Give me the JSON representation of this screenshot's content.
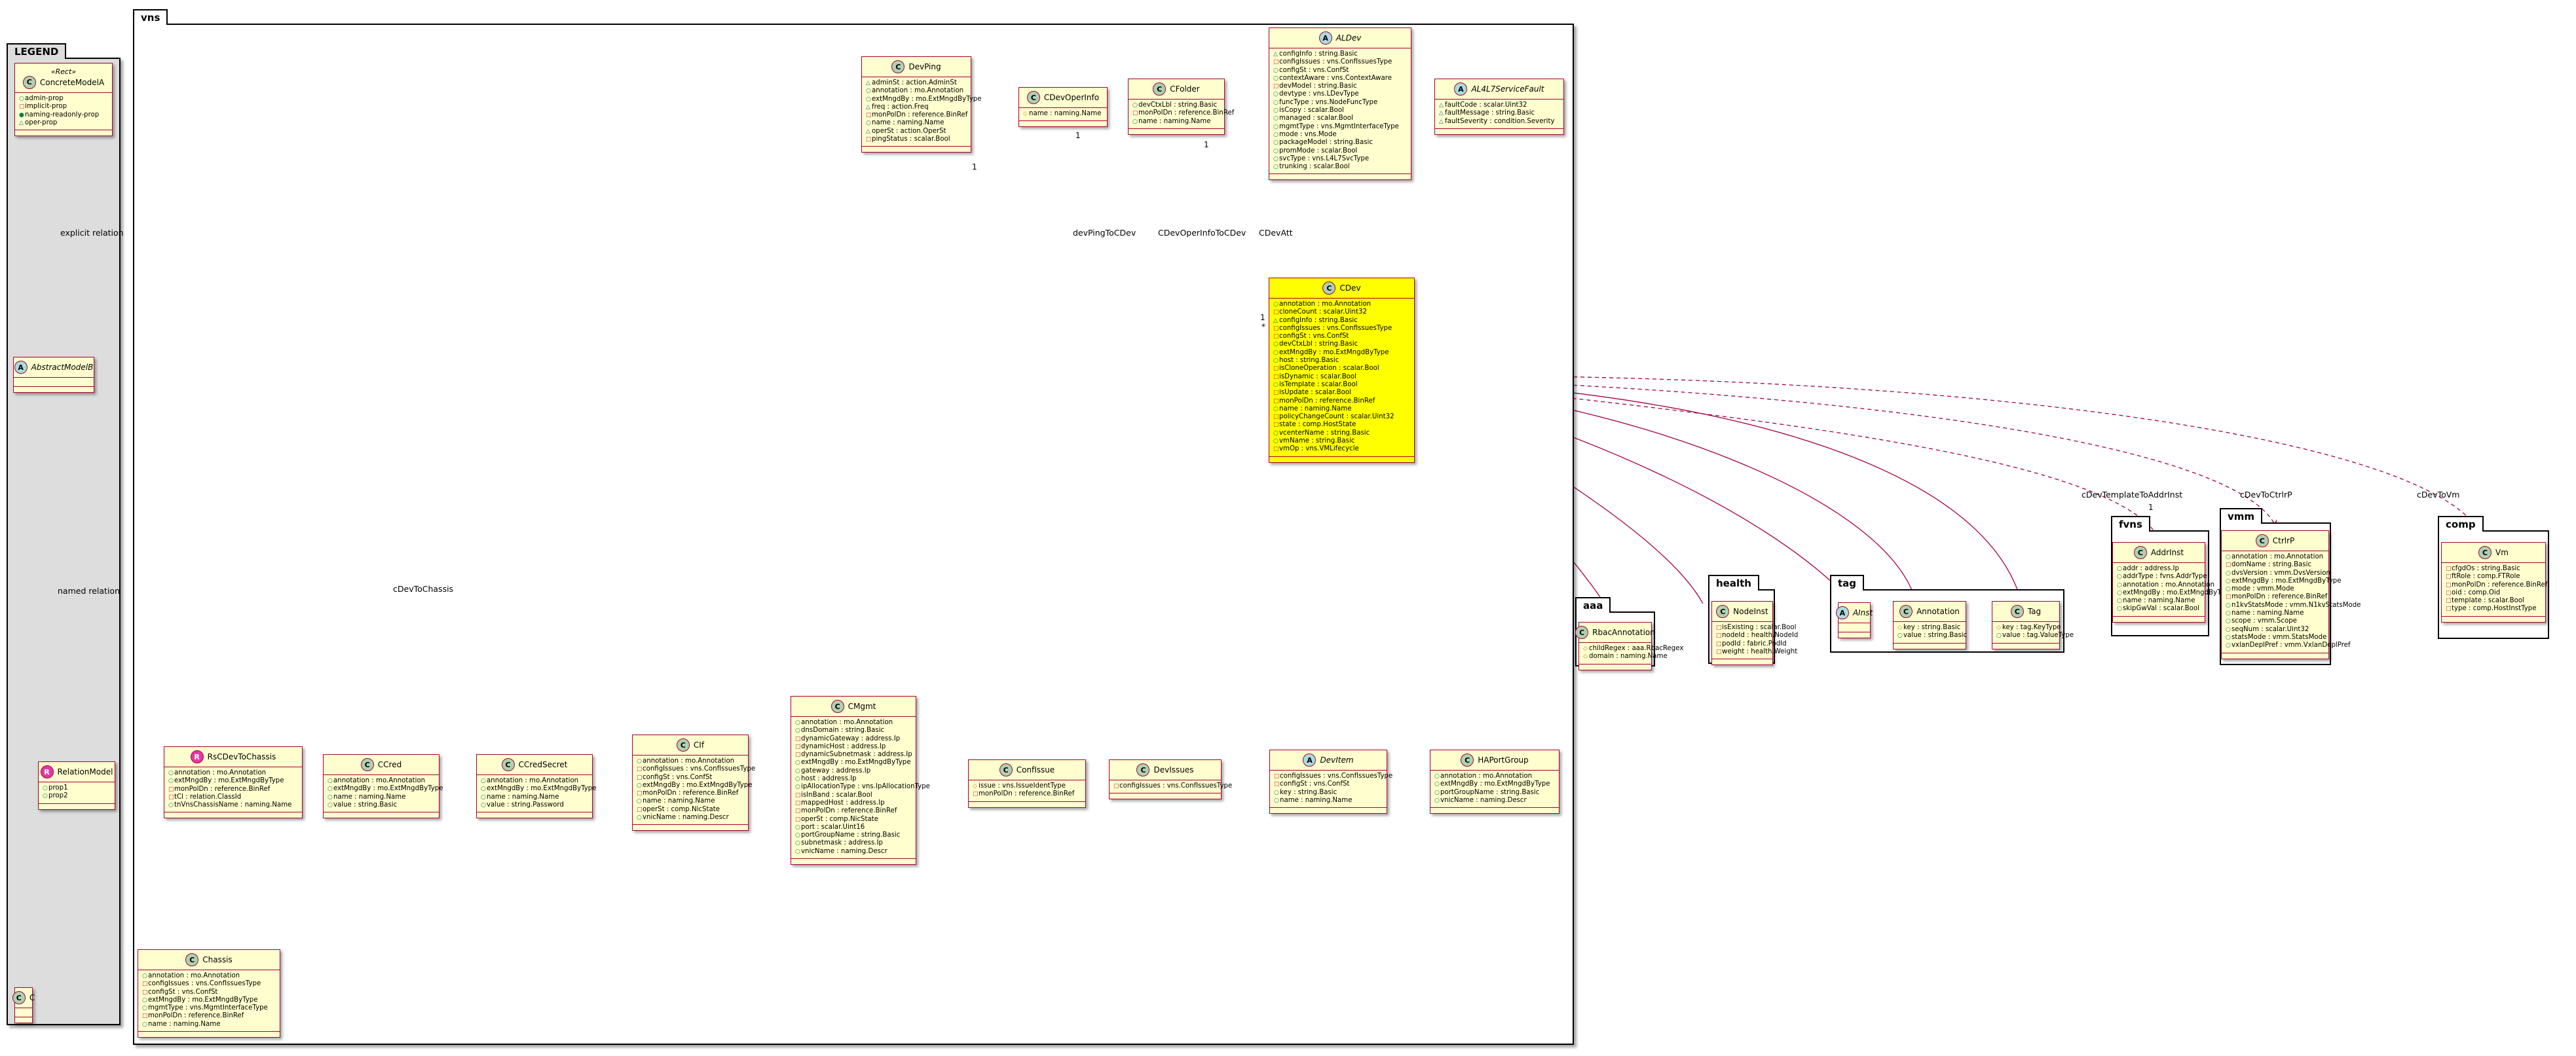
{
  "packages": {
    "legend": "LEGEND",
    "vns": "vns",
    "aaa": "aaa",
    "health": "health",
    "tag": "tag",
    "fvns": "fvns",
    "vmm": "vmm",
    "comp": "comp"
  },
  "classes": {
    "ConcreteModelA": {
      "kind": "C",
      "stereotype": "«Rect»",
      "name": "ConcreteModelA",
      "attrs": [
        [
          "+",
          "admin-prop"
        ],
        [
          "-",
          "implicit-prop"
        ],
        [
          "o",
          "naming-readonly-prop"
        ],
        [
          "△",
          "oper-prop"
        ]
      ]
    },
    "AbstractModelB": {
      "kind": "A",
      "name": "AbstractModelB",
      "attrs": []
    },
    "RelationModel": {
      "kind": "R",
      "name": "RelationModel",
      "attrs": [
        [
          "+",
          "prop1"
        ],
        [
          "+",
          "prop2"
        ]
      ]
    },
    "C": {
      "kind": "C",
      "name": "C",
      "attrs": []
    },
    "DevPing": {
      "kind": "C",
      "name": "DevPing",
      "attrs": [
        [
          "△",
          "adminSt : action.AdminSt"
        ],
        [
          "+",
          "annotation : mo.Annotation"
        ],
        [
          "+",
          "extMngdBy : mo.ExtMngdByType"
        ],
        [
          "△",
          "freq : action.Freq"
        ],
        [
          "-",
          "monPolDn : reference.BinRef"
        ],
        [
          "+",
          "name : naming.Name"
        ],
        [
          "△",
          "operSt : action.OperSt"
        ],
        [
          "-",
          "pingStatus : scalar.Bool"
        ]
      ]
    },
    "CDevOperInfo": {
      "kind": "C",
      "name": "CDevOperInfo",
      "attrs": [
        [
          "#",
          "name : naming.Name"
        ]
      ]
    },
    "CFolder": {
      "kind": "C",
      "name": "CFolder",
      "attrs": [
        [
          "+",
          "devCtxLbl : string.Basic"
        ],
        [
          "-",
          "monPolDn : reference.BinRef"
        ],
        [
          "+",
          "name : naming.Name"
        ]
      ]
    },
    "ALDev": {
      "kind": "A",
      "name": "ALDev",
      "attrs": [
        [
          "△",
          "configInfo : string.Basic"
        ],
        [
          "-",
          "configIssues : vns.ConfIssuesType"
        ],
        [
          "+",
          "configSt : vns.ConfSt"
        ],
        [
          "+",
          "contextAware : vns.ContextAware"
        ],
        [
          "-",
          "devModel : string.Basic"
        ],
        [
          "+",
          "devtype : vns.LDevType"
        ],
        [
          "+",
          "funcType : vns.NodeFuncType"
        ],
        [
          "+",
          "isCopy : scalar.Bool"
        ],
        [
          "+",
          "managed : scalar.Bool"
        ],
        [
          "+",
          "mgmtType : vns.MgmtInterfaceType"
        ],
        [
          "+",
          "mode : vns.Mode"
        ],
        [
          "+",
          "packageModel : string.Basic"
        ],
        [
          "+",
          "promMode : scalar.Bool"
        ],
        [
          "+",
          "svcType : vns.L4L7SvcType"
        ],
        [
          "+",
          "trunking : scalar.Bool"
        ]
      ]
    },
    "AL4L7ServiceFault": {
      "kind": "A",
      "name": "AL4L7ServiceFault",
      "attrs": [
        [
          "△",
          "faultCode : scalar.Uint32"
        ],
        [
          "△",
          "faultMessage : string.Basic"
        ],
        [
          "△",
          "faultSeverity : condition.Severity"
        ]
      ]
    },
    "CDev": {
      "kind": "C",
      "name": "CDev",
      "attrs": [
        [
          "+",
          "annotation : mo.Annotation"
        ],
        [
          "-",
          "cloneCount : scalar.Uint32"
        ],
        [
          "△",
          "configInfo : string.Basic"
        ],
        [
          "-",
          "configIssues : vns.ConfIssuesType"
        ],
        [
          "-",
          "configSt : vns.ConfSt"
        ],
        [
          "+",
          "devCtxLbl : string.Basic"
        ],
        [
          "+",
          "extMngdBy : mo.ExtMngdByType"
        ],
        [
          "+",
          "host : string.Basic"
        ],
        [
          "-",
          "isCloneOperation : scalar.Bool"
        ],
        [
          "-",
          "isDynamic : scalar.Bool"
        ],
        [
          "+",
          "isTemplate : scalar.Bool"
        ],
        [
          "-",
          "isUpdate : scalar.Bool"
        ],
        [
          "-",
          "monPolDn : reference.BinRef"
        ],
        [
          "+",
          "name : naming.Name"
        ],
        [
          "-",
          "policyChangeCount : scalar.Uint32"
        ],
        [
          "-",
          "state : comp.HostState"
        ],
        [
          "+",
          "vcenterName : string.Basic"
        ],
        [
          "+",
          "vmName : string.Basic"
        ],
        [
          "-",
          "vmOp : vns.VMLifecycle"
        ]
      ]
    },
    "RsCDevToChassis": {
      "kind": "R",
      "name": "RsCDevToChassis",
      "attrs": [
        [
          "+",
          "annotation : mo.Annotation"
        ],
        [
          "+",
          "extMngdBy : mo.ExtMngdByType"
        ],
        [
          "-",
          "monPolDn : reference.BinRef"
        ],
        [
          "-",
          "tCl : relation.ClassId"
        ],
        [
          "+",
          "tnVnsChassisName : naming.Name"
        ]
      ]
    },
    "CCred": {
      "kind": "C",
      "name": "CCred",
      "attrs": [
        [
          "+",
          "annotation : mo.Annotation"
        ],
        [
          "+",
          "extMngdBy : mo.ExtMngdByType"
        ],
        [
          "+",
          "name : naming.Name"
        ],
        [
          "+",
          "value : string.Basic"
        ]
      ]
    },
    "CCredSecret": {
      "kind": "C",
      "name": "CCredSecret",
      "attrs": [
        [
          "+",
          "annotation : mo.Annotation"
        ],
        [
          "+",
          "extMngdBy : mo.ExtMngdByType"
        ],
        [
          "+",
          "name : naming.Name"
        ],
        [
          "+",
          "value : string.Password"
        ]
      ]
    },
    "CIf": {
      "kind": "C",
      "name": "CIf",
      "attrs": [
        [
          "+",
          "annotation : mo.Annotation"
        ],
        [
          "-",
          "configIssues : vns.ConfIssuesType"
        ],
        [
          "-",
          "configSt : vns.ConfSt"
        ],
        [
          "+",
          "extMngdBy : mo.ExtMngdByType"
        ],
        [
          "-",
          "monPolDn : reference.BinRef"
        ],
        [
          "+",
          "name : naming.Name"
        ],
        [
          "-",
          "operSt : comp.NicState"
        ],
        [
          "+",
          "vnicName : naming.Descr"
        ]
      ]
    },
    "CMgmt": {
      "kind": "C",
      "name": "CMgmt",
      "attrs": [
        [
          "+",
          "annotation : mo.Annotation"
        ],
        [
          "+",
          "dnsDomain : string.Basic"
        ],
        [
          "-",
          "dynamicGateway : address.Ip"
        ],
        [
          "-",
          "dynamicHost : address.Ip"
        ],
        [
          "-",
          "dynamicSubnetmask : address.Ip"
        ],
        [
          "+",
          "extMngdBy : mo.ExtMngdByType"
        ],
        [
          "+",
          "gateway : address.Ip"
        ],
        [
          "+",
          "host : address.Ip"
        ],
        [
          "+",
          "ipAllocationType : vns.IpAllocationType"
        ],
        [
          "-",
          "isInBand : scalar.Bool"
        ],
        [
          "-",
          "mappedHost : address.Ip"
        ],
        [
          "-",
          "monPolDn : reference.BinRef"
        ],
        [
          "-",
          "operSt : comp.NicState"
        ],
        [
          "+",
          "port : scalar.Uint16"
        ],
        [
          "+",
          "portGroupName : string.Basic"
        ],
        [
          "+",
          "subnetmask : address.Ip"
        ],
        [
          "+",
          "vnicName : naming.Descr"
        ]
      ]
    },
    "ConfIssue": {
      "kind": "C",
      "name": "ConfIssue",
      "attrs": [
        [
          "#",
          "issue : vns.IssueIdentType"
        ],
        [
          "-",
          "monPolDn : reference.BinRef"
        ]
      ]
    },
    "DevIssues": {
      "kind": "C",
      "name": "DevIssues",
      "attrs": [
        [
          "-",
          "configIssues : vns.ConfIssuesType"
        ]
      ]
    },
    "DevItem": {
      "kind": "A",
      "name": "DevItem",
      "attrs": [
        [
          "-",
          "configIssues : vns.ConfIssuesType"
        ],
        [
          "-",
          "configSt : vns.ConfSt"
        ],
        [
          "+",
          "key : string.Basic"
        ],
        [
          "+",
          "name : naming.Name"
        ]
      ]
    },
    "HAPortGroup": {
      "kind": "C",
      "name": "HAPortGroup",
      "attrs": [
        [
          "+",
          "annotation : mo.Annotation"
        ],
        [
          "+",
          "extMngdBy : mo.ExtMngdByType"
        ],
        [
          "+",
          "portGroupName : string.Basic"
        ],
        [
          "+",
          "vnicName : naming.Descr"
        ]
      ]
    },
    "Chassis": {
      "kind": "C",
      "name": "Chassis",
      "attrs": [
        [
          "+",
          "annotation : mo.Annotation"
        ],
        [
          "-",
          "configIssues : vns.ConfIssuesType"
        ],
        [
          "-",
          "configSt : vns.ConfSt"
        ],
        [
          "+",
          "extMngdBy : mo.ExtMngdByType"
        ],
        [
          "+",
          "mgmtType : vns.MgmtInterfaceType"
        ],
        [
          "-",
          "monPolDn : reference.BinRef"
        ],
        [
          "+",
          "name : naming.Name"
        ]
      ]
    },
    "RbacAnnotation": {
      "kind": "C",
      "name": "RbacAnnotation",
      "attrs": [
        [
          "#",
          "childRegex : aaa.RbacRegex"
        ],
        [
          "#",
          "domain : naming.Name"
        ]
      ]
    },
    "NodeInst": {
      "kind": "C",
      "name": "NodeInst",
      "attrs": [
        [
          "-",
          "isExisting : scalar.Bool"
        ],
        [
          "-",
          "nodeId : health.NodeId"
        ],
        [
          "-",
          "podId : fabric.PodId"
        ],
        [
          "-",
          "weight : health.Weight"
        ]
      ]
    },
    "AInst": {
      "kind": "A",
      "name": "AInst",
      "attrs": []
    },
    "Annotation": {
      "kind": "C",
      "name": "Annotation",
      "attrs": [
        [
          "#",
          "key : string.Basic"
        ],
        [
          "+",
          "value : string.Basic"
        ]
      ]
    },
    "Tag": {
      "kind": "C",
      "name": "Tag",
      "attrs": [
        [
          "#",
          "key : tag.KeyType"
        ],
        [
          "+",
          "value : tag.ValueType"
        ]
      ]
    },
    "AddrInst": {
      "kind": "C",
      "name": "AddrInst",
      "attrs": [
        [
          "+",
          "addr : address.Ip"
        ],
        [
          "+",
          "addrType : fvns.AddrType"
        ],
        [
          "+",
          "annotation : mo.Annotation"
        ],
        [
          "+",
          "extMngdBy : mo.ExtMngdByType"
        ],
        [
          "+",
          "name : naming.Name"
        ],
        [
          "+",
          "skipGwVal : scalar.Bool"
        ]
      ]
    },
    "CtrlrP": {
      "kind": "C",
      "name": "CtrlrP",
      "attrs": [
        [
          "+",
          "annotation : mo.Annotation"
        ],
        [
          "-",
          "domName : string.Basic"
        ],
        [
          "+",
          "dvsVersion : vmm.DvsVersion"
        ],
        [
          "+",
          "extMngdBy : mo.ExtMngdByType"
        ],
        [
          "+",
          "mode : vmm.Mode"
        ],
        [
          "-",
          "monPolDn : reference.BinRef"
        ],
        [
          "+",
          "n1kvStatsMode : vmm.N1kvStatsMode"
        ],
        [
          "+",
          "name : naming.Name"
        ],
        [
          "+",
          "scope : vmm.Scope"
        ],
        [
          "+",
          "seqNum : scalar.Uint32"
        ],
        [
          "+",
          "statsMode : vmm.StatsMode"
        ],
        [
          "+",
          "vxlanDeplPref : vmm.VxlanDeplPref"
        ]
      ]
    },
    "Vm": {
      "kind": "C",
      "name": "Vm",
      "attrs": [
        [
          "-",
          "cfgdOs : string.Basic"
        ],
        [
          "-",
          "ftRole : comp.FTRole"
        ],
        [
          "-",
          "monPolDn : reference.BinRef"
        ],
        [
          "-",
          "oid : comp.Oid"
        ],
        [
          "-",
          "template : scalar.Bool"
        ],
        [
          "-",
          "type : comp.HostInstType"
        ]
      ]
    }
  },
  "relations": {
    "explicit": "explicit relation",
    "named": "named relation",
    "devPingToCDev": "devPingToCDev",
    "cDevOperInfoToCDev": "CDevOperInfoToCDev",
    "cDevAtt": "CDevAtt",
    "cDevToChassis": "cDevToChassis",
    "cDevTemplateToAddrInst": "cDevTemplateToAddrInst",
    "cDevToCtrlrP": "cDevToCtrlrP",
    "cDevToVm": "cDevToVm",
    "mult1": "1",
    "multStar": "*"
  },
  "colors": {
    "line": "#a80036",
    "class_fill": "#fefece",
    "highlight_fill": "#ffff00",
    "legend_bg": "#dddddd",
    "circle_class": "#add1b2",
    "circle_abstract": "#a9dcdf",
    "circle_relation": "#e13aa6"
  }
}
